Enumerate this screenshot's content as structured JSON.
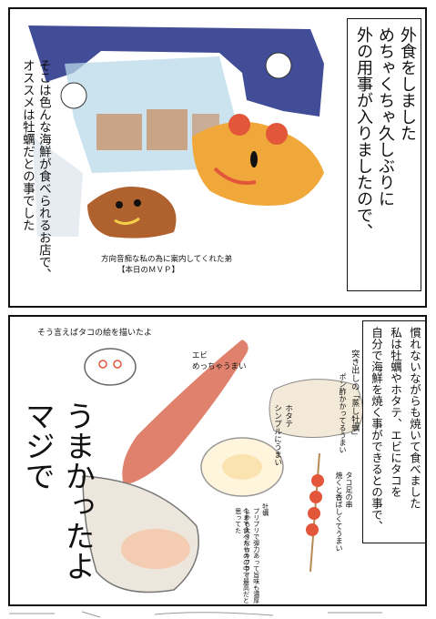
{
  "panel1": {
    "narration_main": [
      "外の用事が入りましたので、",
      "めちゃくちゃ久しぶりに",
      "外食をしました"
    ],
    "narration_side": [
      "そこは色んな海鮮が食べられるお店で、",
      "オススメは牡蠣だとの事でした"
    ],
    "caption_line1": "方向音痴な私の為に案内してくれた弟",
    "caption_line2": "【本日のＭＶＰ】"
  },
  "panel2": {
    "narration": [
      "自分で海鮮を焼く事ができるとの事で、",
      "私は牡蠣やホタテ、エビにタコを",
      "慣れないながらも焼いて食べました"
    ],
    "big_text": [
      "うまかったよ",
      "マジで"
    ],
    "octopus_note": "そう言えばタコの絵を描いたよ",
    "shrimp_note": [
      "エビ",
      "めっちゃうまい"
    ],
    "steamed_oyster_note": [
      "突き出しの「蒸し牡蠣」",
      "ポン酢かかってるうまい"
    ],
    "scallop_note": [
      "ホタテ",
      "シンプルにうまい"
    ],
    "octopus_leg_note": [
      "タコ足の串",
      "焼くと香ばしくてうまい"
    ],
    "oyster_note": [
      "牡蠣",
      "プリプリで弾力あって旨味も濃厚",
      "しかも大きなカキフライ",
      "今まで食べたものの中で最高だと思ってた"
    ]
  },
  "colors": {
    "ink": "#111111",
    "awning": "#2d3a8c",
    "orange": "#f0a83a",
    "red": "#e2563a",
    "brown": "#b0622e"
  }
}
